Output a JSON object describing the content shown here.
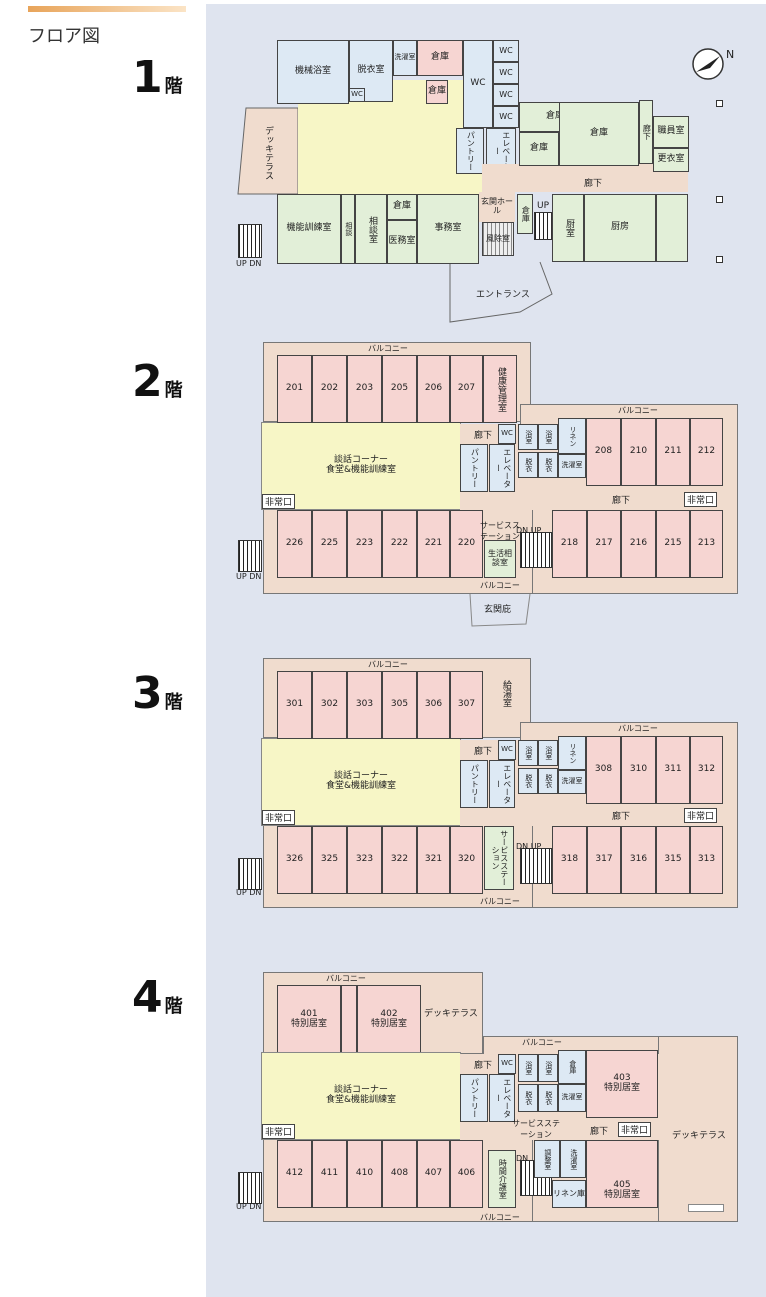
{
  "header": {
    "title": "フロア図"
  },
  "floors": [
    {
      "num": "1",
      "kai": "階"
    },
    {
      "num": "2",
      "kai": "階"
    },
    {
      "num": "3",
      "kai": "階"
    },
    {
      "num": "4",
      "kai": "階"
    }
  ],
  "f1": {
    "rooms": {
      "kikai": "機械浴室",
      "datsui": "脱衣室",
      "sentaku": "洗濯室",
      "souko1": "倉庫",
      "souko2": "倉庫",
      "wc1": "WC",
      "wc2": "WC",
      "wc3": "WC",
      "wc4": "WC",
      "wc5": "WC",
      "wc6": "WC",
      "deck": "デッキテラス",
      "pantry": "パントリー",
      "elev": "エレベーター",
      "souko3": "倉庫",
      "souko4": "倉庫",
      "souko5": "倉庫",
      "rouka1": "廊下",
      "shokuin": "職員室",
      "kouishitsu": "更衣室",
      "rouka2": "廊下",
      "kinou": "機能訓練室",
      "soudan": "相談室",
      "souko6": "倉庫",
      "iryou": "医務室",
      "jimu": "事務室",
      "genkan": "玄関ホール",
      "seiso": "風除室",
      "souko7": "倉庫",
      "shiyou": "厨室",
      "chubou": "厨房",
      "up": "UP",
      "updn": "UP DN",
      "entrance": "エントランス"
    }
  },
  "f2": {
    "balcony_top": "バルコニー",
    "balcony_right": "バルコニー",
    "balcony_bottom": "バルコニー",
    "top_rooms": [
      "201",
      "202",
      "203",
      "205",
      "206",
      "207"
    ],
    "kenkou": "健康管理室",
    "right_rooms": [
      "208",
      "210",
      "211",
      "212"
    ],
    "bottom_rooms": [
      "226",
      "225",
      "223",
      "222",
      "221",
      "220"
    ],
    "right_bottom_rooms": [
      "218",
      "217",
      "216",
      "215",
      "213"
    ],
    "dining": "談話コーナー\n食堂&機能訓練室",
    "pantry": "パントリー",
    "elev": "エレベーター",
    "rouka1": "廊下",
    "rouka2": "廊下",
    "wc": "WC",
    "yoku1": "浴室",
    "yoku2": "浴室",
    "datsui1": "脱衣",
    "datsui2": "脱衣",
    "linen": "リネン",
    "sentaku": "洗濯室",
    "service": "サービスステーション",
    "seikatsu": "生活相談室",
    "exit_left": "非常口",
    "exit_right": "非常口",
    "updn": "UP DN",
    "updn2": "DN UP",
    "genkan": "玄関庇"
  },
  "f3": {
    "balcony_top": "バルコニー",
    "balcony_right": "バルコニー",
    "balcony_bottom": "バルコニー",
    "top_rooms": [
      "301",
      "302",
      "303",
      "305",
      "306",
      "307"
    ],
    "kyugo": "給湯室",
    "right_rooms": [
      "308",
      "310",
      "311",
      "312"
    ],
    "bottom_rooms": [
      "326",
      "325",
      "323",
      "322",
      "321",
      "320"
    ],
    "right_bottom_rooms": [
      "318",
      "317",
      "316",
      "315",
      "313"
    ],
    "dining": "談話コーナー\n食堂&機能訓練室",
    "pantry": "パントリー",
    "elev": "エレベーター",
    "rouka1": "廊下",
    "rouka2": "廊下",
    "wc": "WC",
    "yoku1": "浴室",
    "yoku2": "浴室",
    "datsui1": "脱衣",
    "datsui2": "脱衣",
    "linen": "リネン",
    "sentaku": "洗濯室",
    "service": "サービスステーション",
    "exit_left": "非常口",
    "exit_right": "非常口",
    "updn": "UP DN",
    "updn2": "DN UP"
  },
  "f4": {
    "balcony_top": "バルコニー",
    "balcony_right": "バルコニー",
    "balcony_bottom": "バルコニー",
    "special_top": [
      {
        "num": "401",
        "label": "特別居室"
      },
      {
        "num": "402",
        "label": "特別居室"
      }
    ],
    "deck_top": "デッキテラス",
    "deck_right": "デッキテラス",
    "r403": {
      "num": "403",
      "label": "特別居室"
    },
    "r405": {
      "num": "405",
      "label": "特別居室"
    },
    "bottom_rooms": [
      "412",
      "411",
      "410",
      "408",
      "407",
      "406"
    ],
    "dining": "談話コーナー\n食堂&機能訓練室",
    "pantry": "パントリー",
    "elev": "エレベーター",
    "rouka1": "廊下",
    "rouka2": "廊下",
    "wc": "WC",
    "yoku1": "浴室",
    "yoku2": "浴室",
    "datsui1": "脱衣",
    "datsui2": "脱衣",
    "souko": "倉庫",
    "sentaku1": "洗濯室",
    "sentaku2": "洗濯室",
    "service": "サービスステーション",
    "jikan": "時間介護室",
    "chousei": "調整室",
    "linen": "リネン庫",
    "exit_left": "非常口",
    "exit_right": "非常口",
    "updn": "UP DN",
    "updn2": "DN"
  }
}
